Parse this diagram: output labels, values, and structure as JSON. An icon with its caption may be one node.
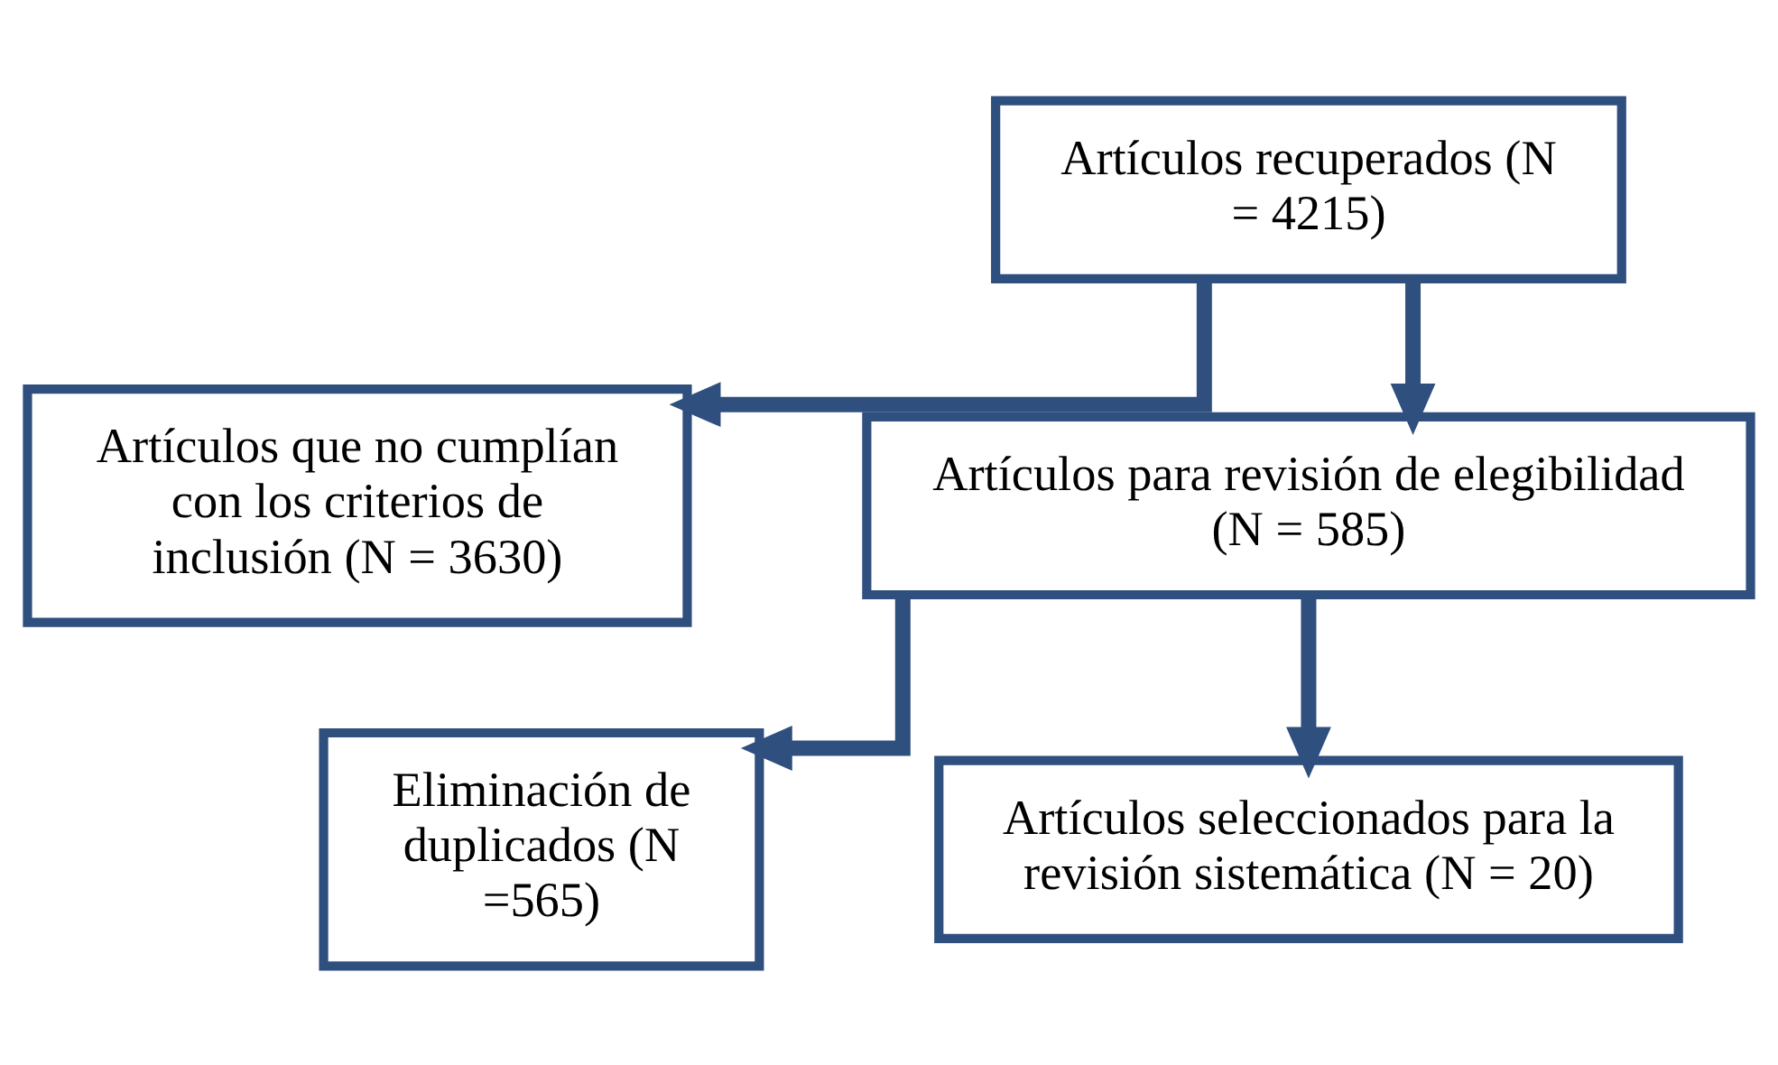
{
  "diagram": {
    "nodes": [
      {
        "text": [
          "Artículos recuperados (N = 4215)"
        ]
      },
      {
        "text": [
          "Artículos que no cumplían con los criterios de inclusión (N = 3630)"
        ]
      },
      {
        "text": [
          "Artículos para revisión de elegibilidad (N = 585)"
        ]
      },
      {
        "text": [
          "Eliminación de duplicados (N =565)"
        ]
      },
      {
        "text": [
          "Artículos seleccionados para la revisión sistemática (N = 20)"
        ]
      }
    ],
    "edges": [
      {
        "from": 0,
        "to": 2,
        "arrow": "to"
      },
      {
        "from": 0,
        "to": 1,
        "arrow": "to"
      },
      {
        "from": 2,
        "to": 4,
        "arrow": "to"
      },
      {
        "from": 2,
        "to": 3,
        "arrow": "to"
      }
    ]
  }
}
